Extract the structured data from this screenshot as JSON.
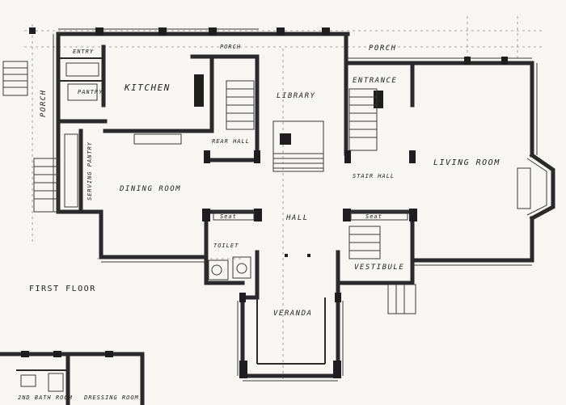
{
  "plan": {
    "floor_label": "FIRST FLOOR",
    "rooms": {
      "porch_left": "PORCH",
      "entry": "ENTRY",
      "pantry": "PANTRY",
      "kitchen": "KITCHEN",
      "porch_top": "PORCH",
      "rear_hall": "REAR HALL",
      "library": "LIBRARY",
      "porch_right": "PORCH",
      "entrance": "ENTRANCE",
      "serving_pantry": "SERVING PANTRY",
      "dining_room": "DINING ROOM",
      "stair_hall": "STAIR HALL",
      "living_room": "LIVING ROOM",
      "hall": "HALL",
      "seat_left": "Seat",
      "seat_right": "Seat",
      "toilet": "TOILET",
      "vestibule": "VESTIBULE",
      "veranda": "VERANDA",
      "second_bath_room": "2ND BATH ROOM",
      "dressing_room": "DRESSING ROOM"
    }
  }
}
